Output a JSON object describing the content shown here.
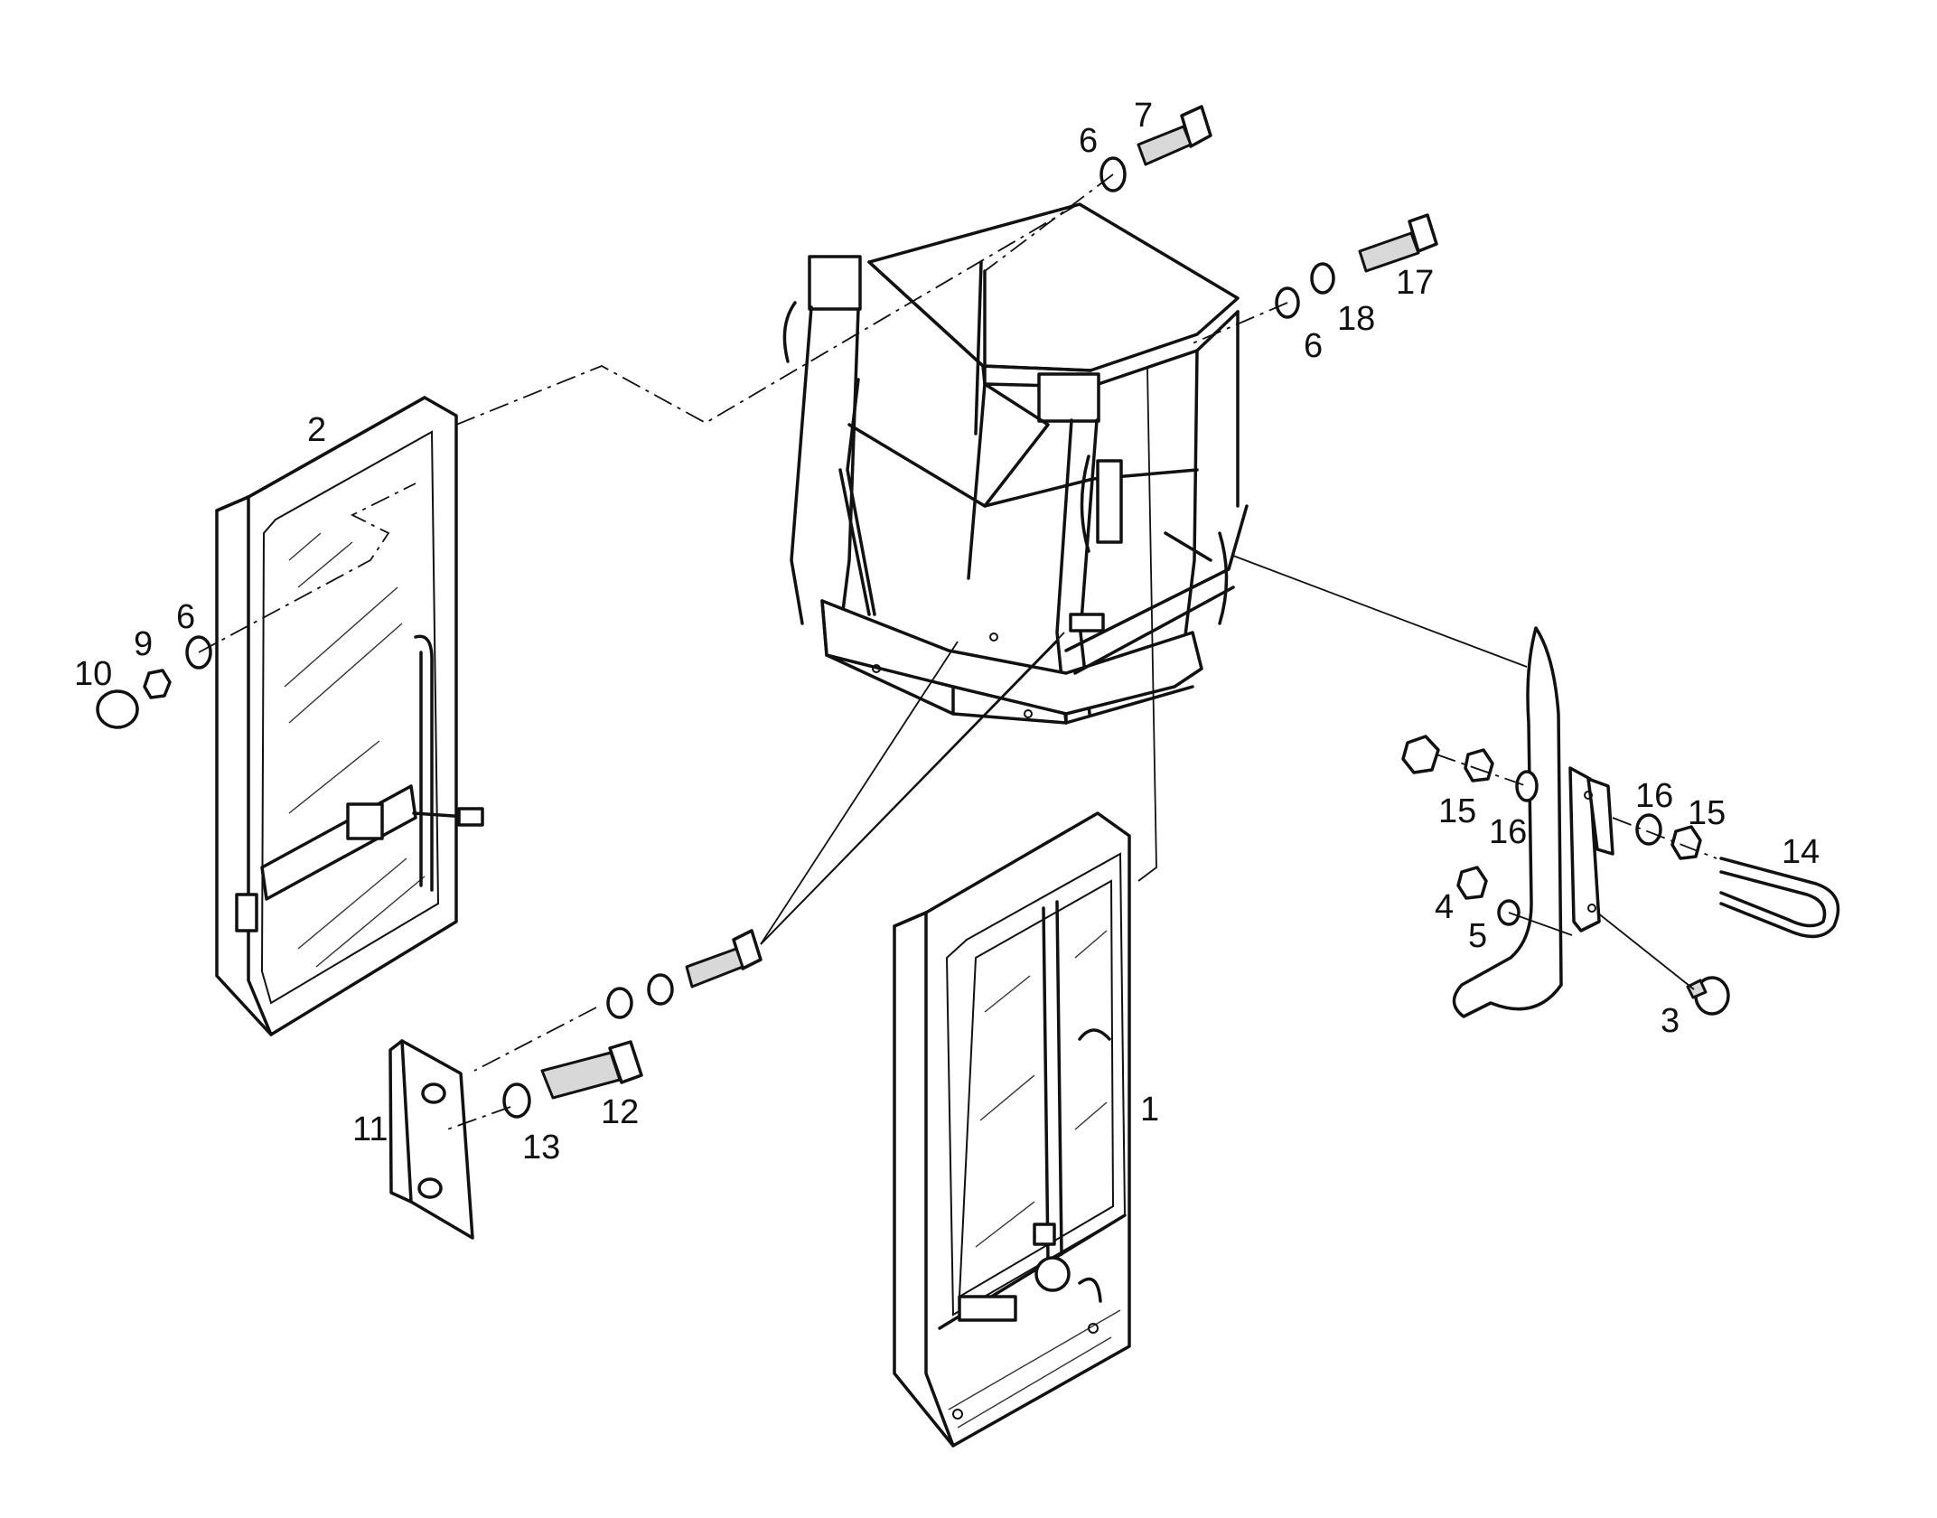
{
  "callouts": [
    {
      "id": "1",
      "text": "1"
    },
    {
      "id": "2",
      "text": "2"
    },
    {
      "id": "3",
      "text": "3"
    },
    {
      "id": "4",
      "text": "4"
    },
    {
      "id": "5",
      "text": "5"
    },
    {
      "id": "6a",
      "text": "6"
    },
    {
      "id": "6b",
      "text": "6"
    },
    {
      "id": "6c",
      "text": "6"
    },
    {
      "id": "7",
      "text": "7"
    },
    {
      "id": "9",
      "text": "9"
    },
    {
      "id": "10",
      "text": "10"
    },
    {
      "id": "11",
      "text": "11"
    },
    {
      "id": "12",
      "text": "12"
    },
    {
      "id": "13",
      "text": "13"
    },
    {
      "id": "14",
      "text": "14"
    },
    {
      "id": "15a",
      "text": "15"
    },
    {
      "id": "15b",
      "text": "15"
    },
    {
      "id": "16a",
      "text": "16"
    },
    {
      "id": "16b",
      "text": "16"
    },
    {
      "id": "17",
      "text": "17"
    },
    {
      "id": "18",
      "text": "18"
    }
  ]
}
